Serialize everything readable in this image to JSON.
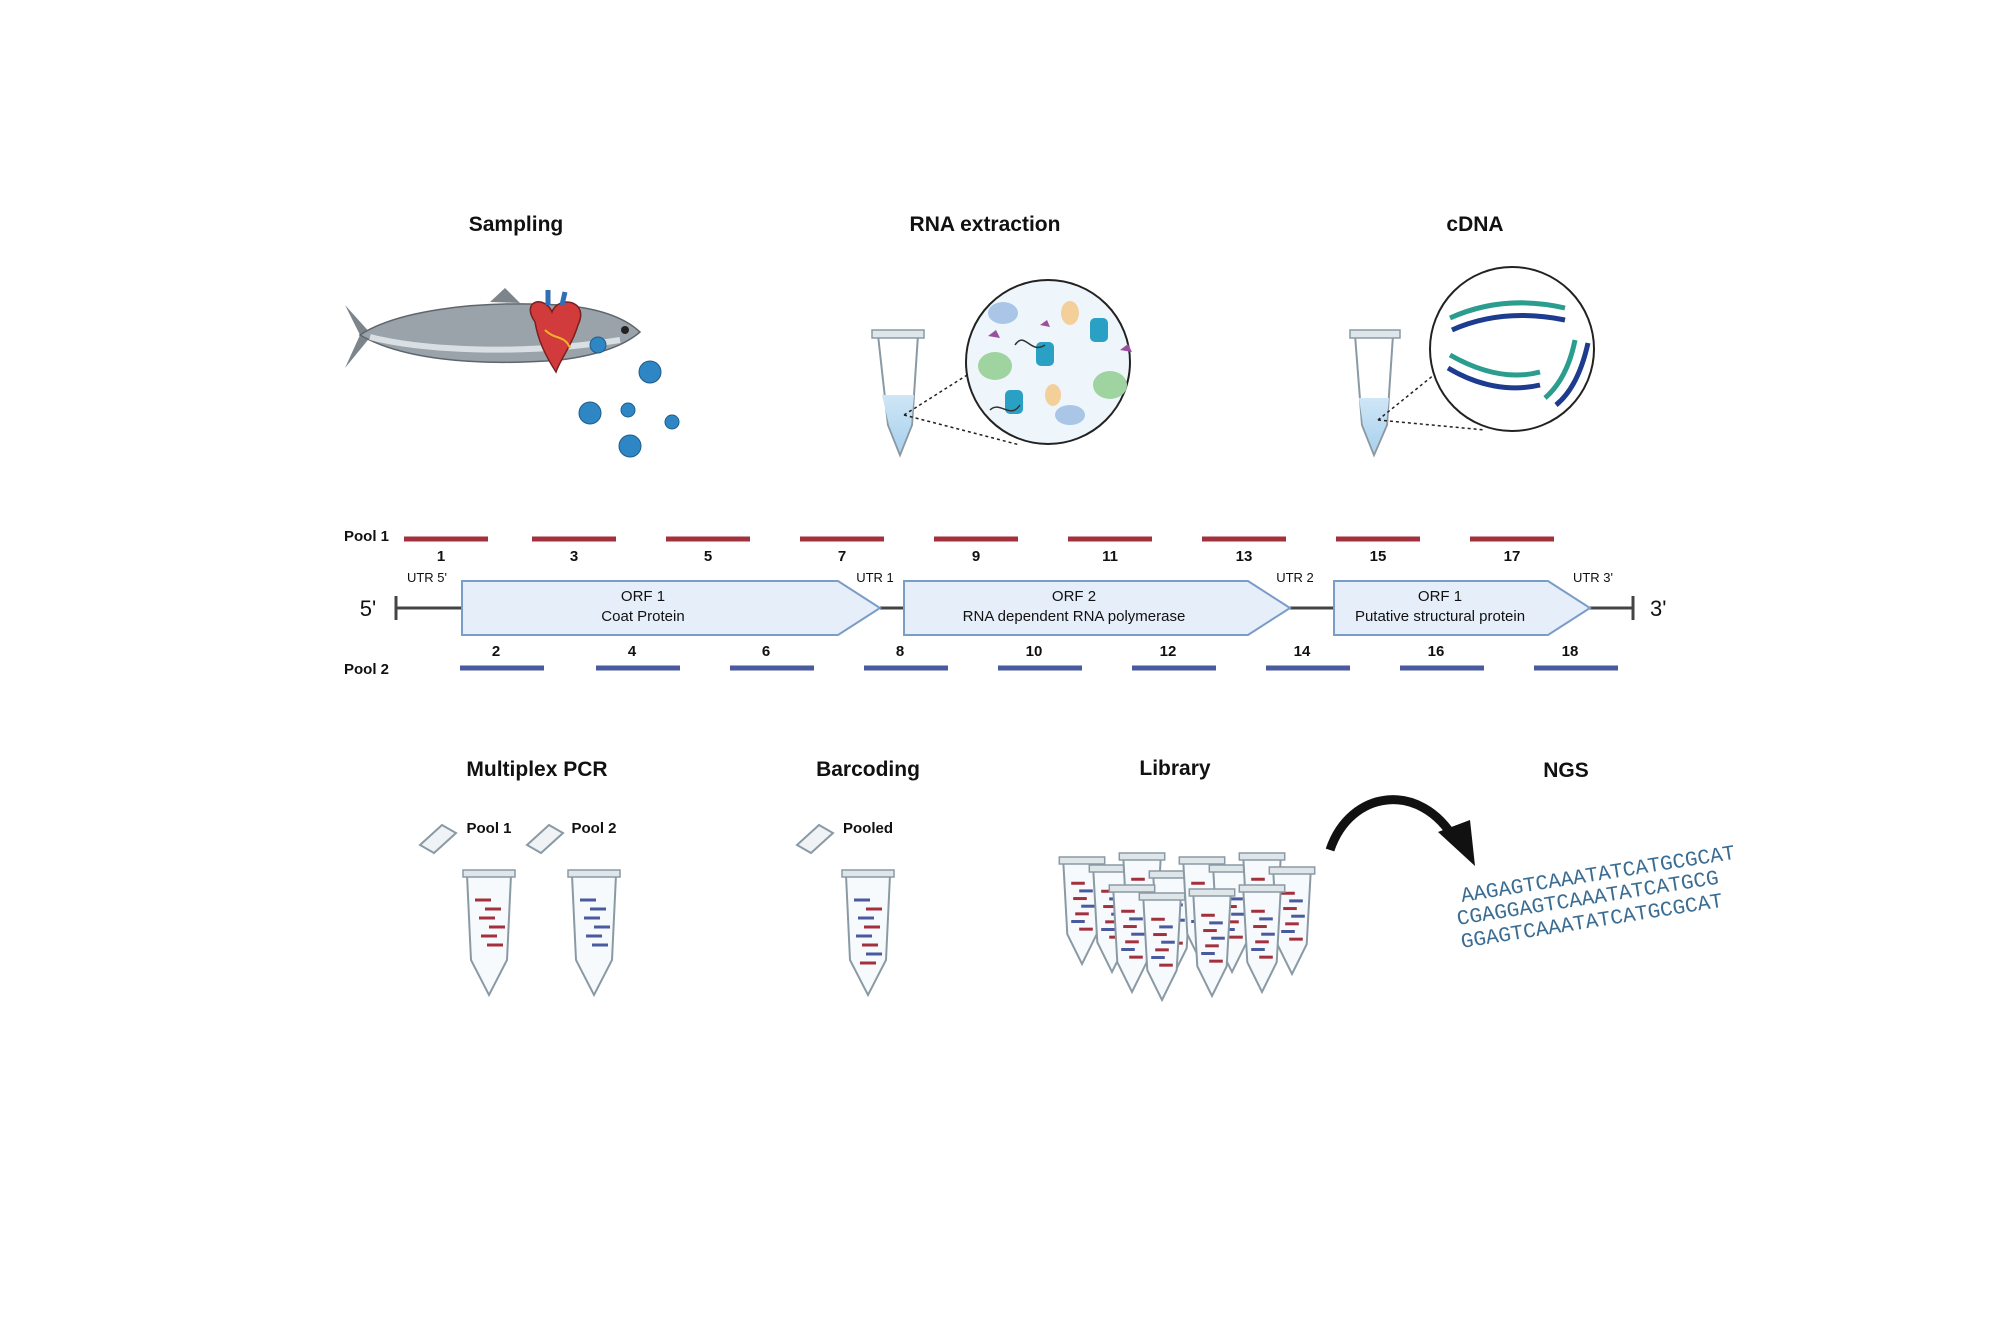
{
  "steps_top": {
    "sampling": "Sampling",
    "rna_extraction": "RNA extraction",
    "cdna": "cDNA"
  },
  "steps_bottom": {
    "multiplex_pcr": "Multiplex PCR",
    "pool1": "Pool 1",
    "pool2": "Pool 2",
    "barcoding": "Barcoding",
    "pooled": "Pooled",
    "library": "Library",
    "ngs": "NGS"
  },
  "genome": {
    "five_prime": "5'",
    "three_prime": "3'",
    "utr5": "UTR 5'",
    "utr1": "UTR 1",
    "utr2": "UTR 2",
    "utr3": "UTR 3'",
    "orfs": [
      {
        "name": "ORF 1",
        "desc": "Coat Protein"
      },
      {
        "name": "ORF 2",
        "desc": "RNA dependent RNA polymerase"
      },
      {
        "name": "ORF 1",
        "desc": "Putative structural protein"
      }
    ]
  },
  "pools": {
    "pool1_label": "Pool 1",
    "pool2_label": "Pool 2",
    "pool1_numbers": [
      "1",
      "3",
      "5",
      "7",
      "9",
      "11",
      "13",
      "15",
      "17"
    ],
    "pool2_numbers": [
      "2",
      "4",
      "6",
      "8",
      "10",
      "12",
      "14",
      "16",
      "18"
    ],
    "pool1_color": "#a3303d",
    "pool2_color": "#4a5a9e"
  },
  "sequences": [
    "AAGAGTCAAATATCATGCGCAT",
    "CGAGGAGTCAAATATCATGCG",
    "GGAGTCAAATATCATGCGCAT"
  ],
  "colors": {
    "orf_fill": "#e6eefa",
    "orf_stroke": "#7a9cc8",
    "genome_line": "#444444",
    "virus": "#2f86c4",
    "fish": "#8e959b",
    "heart": "#d13b3b"
  }
}
